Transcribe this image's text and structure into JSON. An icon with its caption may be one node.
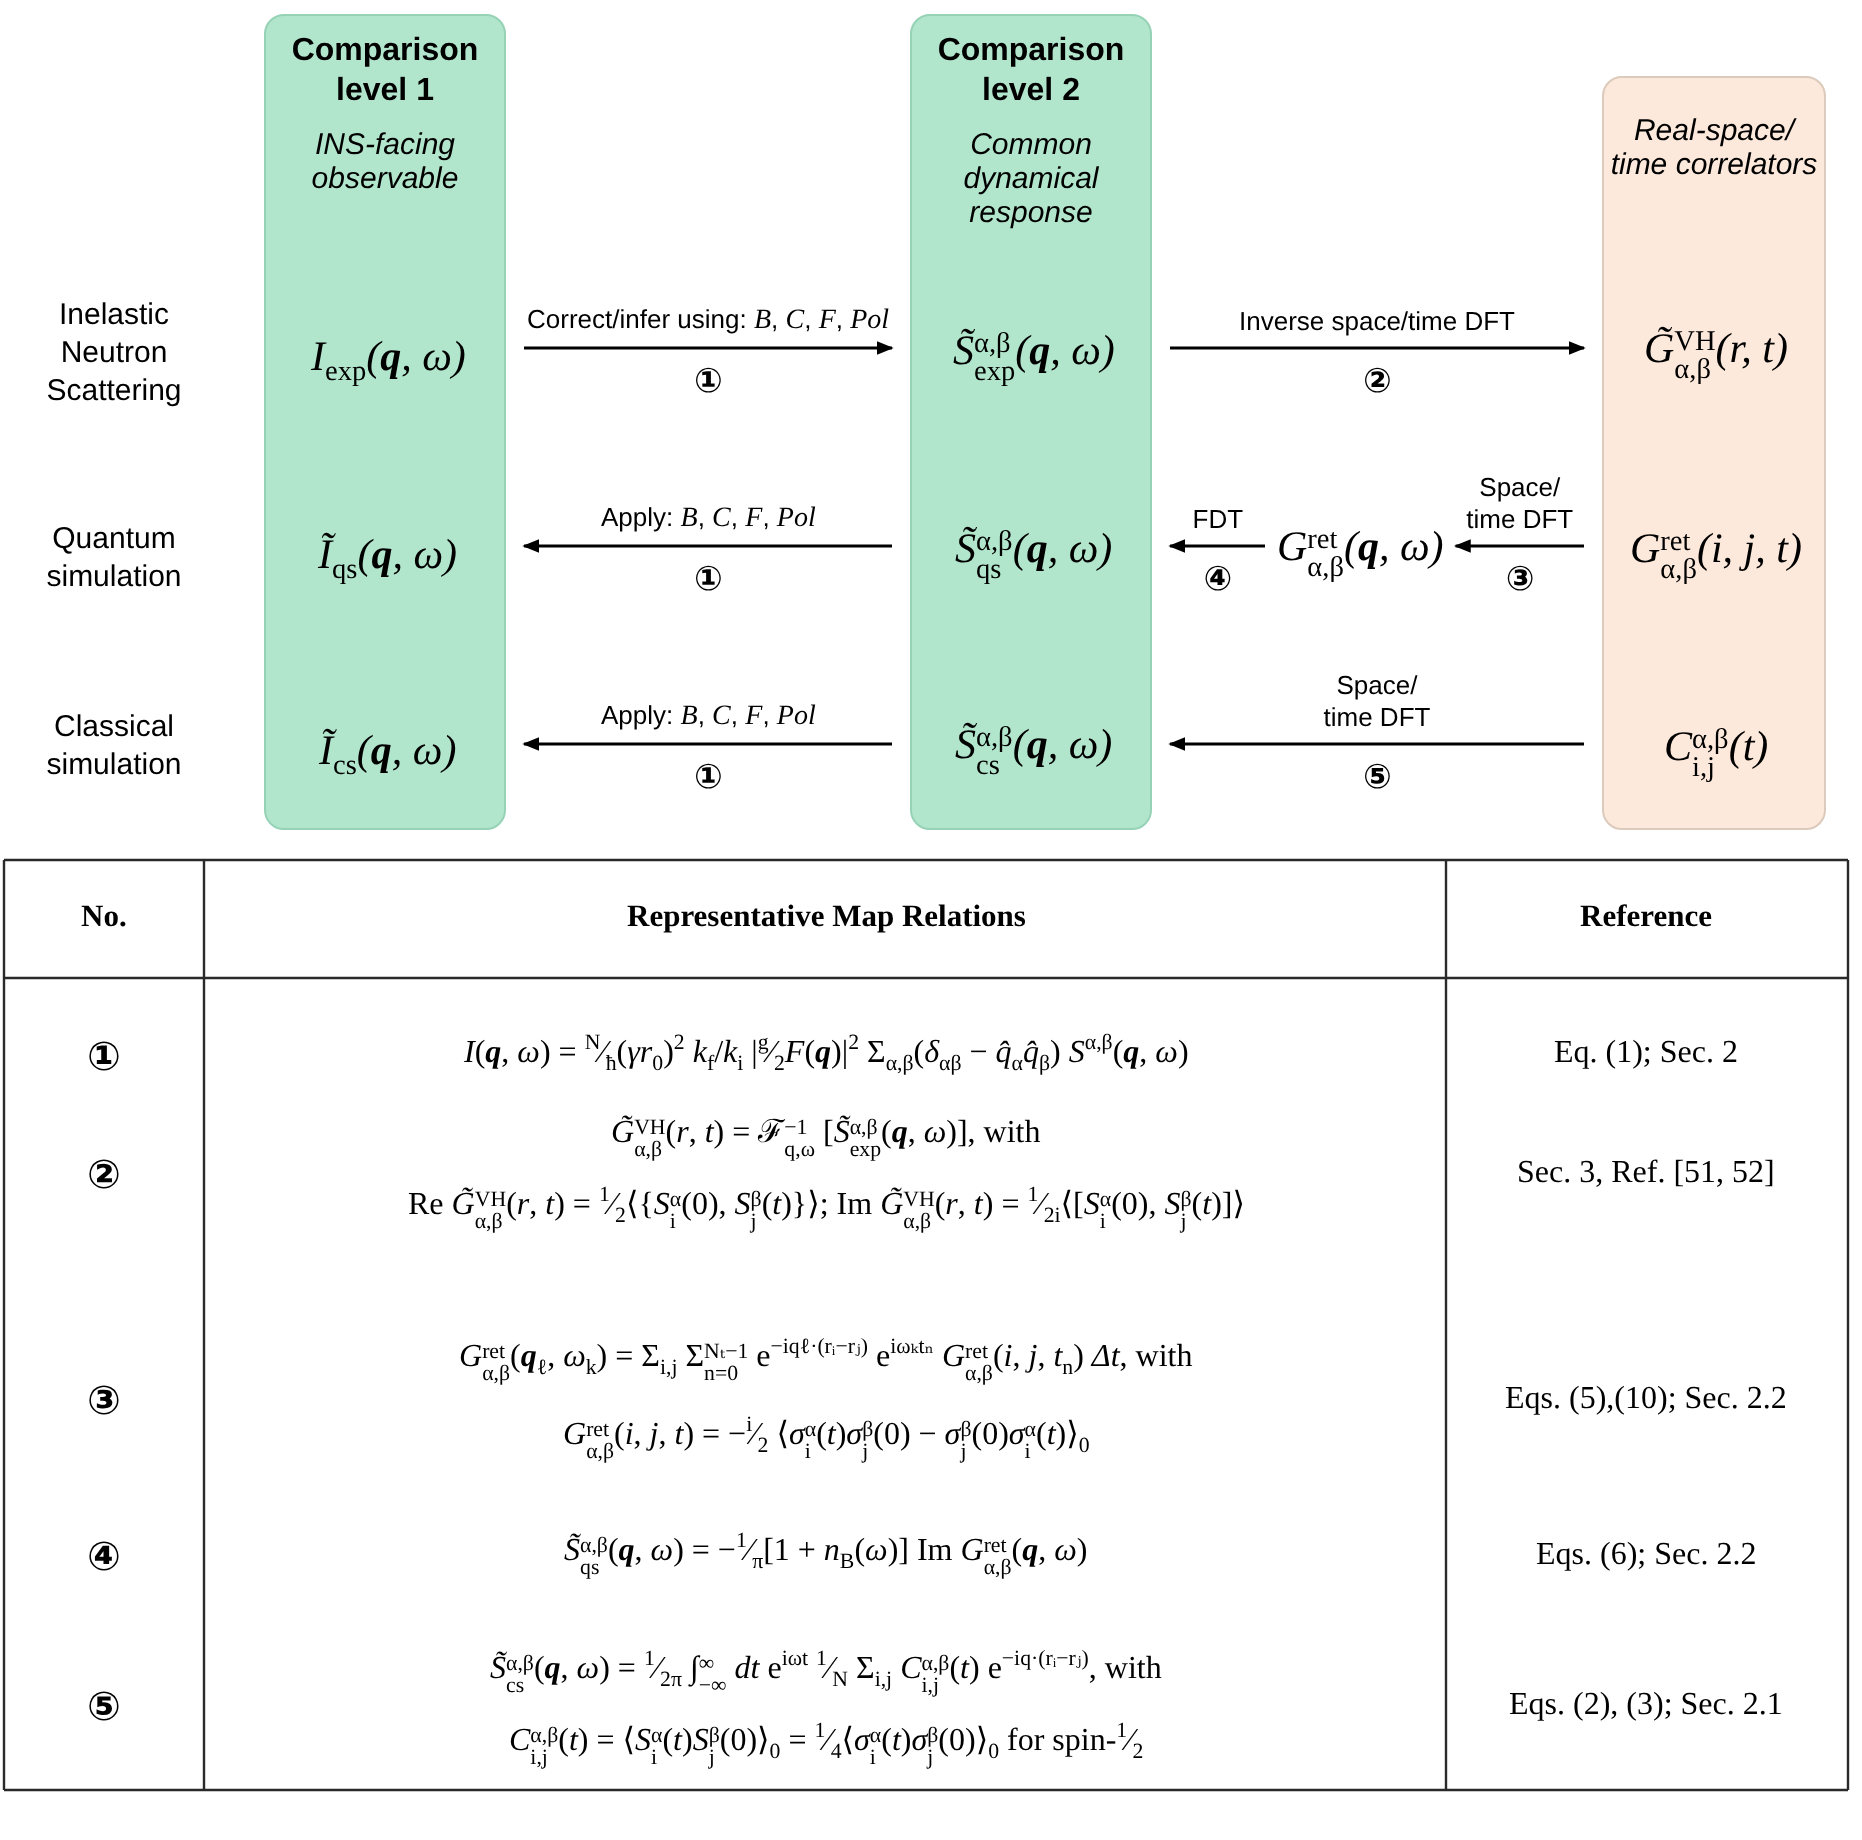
{
  "diagram": {
    "nodes": [
      {
        "text": [
          "Comparison level 1",
          "INS-facing observable"
        ]
      },
      {
        "text": [
          "Comparison level 2",
          "Common dynamical response"
        ]
      },
      {
        "text": [
          "Real-space/ time correlators"
        ]
      },
      {
        "text": [
          "I$_{exp}$(**q**, ω)"
        ],
        "in": 0
      },
      {
        "text": [
          "Ĩ$_{qs}$(**q**, ω)"
        ],
        "in": 0
      },
      {
        "text": [
          "Ĩ$_{cs}$(**q**, ω)"
        ],
        "in": 0
      },
      {
        "text": [
          "S̃$^{α,β}$$_{exp}$(**q**, ω)"
        ],
        "in": 1
      },
      {
        "text": [
          "S̃$^{α,β}$$_{qs}$(**q**, ω)"
        ],
        "in": 1
      },
      {
        "text": [
          "S̃$^{α,β}$$_{cs}$(**q**, ω)"
        ],
        "in": 1
      },
      {
        "text": [
          "G̃$^{VH}$$_{α,β}$(r, t)"
        ],
        "in": 2
      },
      {
        "text": [
          "G$^{ret}$$_{α,β}$(i, j, t)"
        ],
        "in": 2
      },
      {
        "text": [
          "C$^{α,β}$$_{i,j}$(t)"
        ],
        "in": 2
      },
      {
        "text": [
          "G$^{ret}$$_{α,β}$(**q**, ω)"
        ]
      }
    ],
    "edges": [
      {
        "from": 3,
        "to": 6,
        "arrow": "to",
        "label": "Correct/infer using: *B*, *C*, *F*, *Pol*"
      },
      {
        "from": 6,
        "to": 9,
        "arrow": "to",
        "label": "Inverse space/time DFT"
      },
      {
        "from": 7,
        "to": 4,
        "arrow": "to",
        "label": "Apply: *B*, *C*, *F*, *Pol*"
      },
      {
        "from": 12,
        "to": 7,
        "arrow": "to",
        "label": "FDT"
      },
      {
        "from": 10,
        "to": 12,
        "arrow": "to",
        "label": "Space/ time DFT"
      },
      {
        "from": 8,
        "to": 5,
        "arrow": "to",
        "label": "Apply: *B*, *C*, *F*, *Pol*"
      },
      {
        "from": 11,
        "to": 8,
        "arrow": "to",
        "label": "Space/ time DFT"
      }
    ],
    "labels": [
      "Inelastic Neutron Scattering",
      "①",
      "②",
      "Quantum simulation",
      "①",
      "④",
      "③",
      "Classical simulation",
      "①",
      "⑤",
      "No.",
      "Representative Map Relations",
      "Reference",
      "①",
      "*I*(**q**, *ω*) = $^{N}$⁄$_{ħ}$(*γr*$_{0}$)$^{2}$ *k*$_{f}$/*k*$_{i}$ |$^{g}$⁄$_{2}$*F*(**q**)|$^{2}$ Σ$_{α,β}$(*δ*$_{αβ}$ − *q̂*$_{α}$*q̂*$_{β}$) *S*$^{α,β}$(**q**, *ω*)",
      "Eq. (1); Sec. 2",
      "②",
      "*G̃*$^{VH}$$_{α,β}$(*r*, *t*) = ℱ$^{−1}$$_{q,ω}$ [*S̃*$^{α,β}$$_{exp}$(**q**, *ω*)], with",
      "Re *G̃*$^{VH}$$_{α,β}$(*r*, *t*) = $^{1}$⁄$_{2}$⟨{*S*$^{α}$$_{i}$(0), *S*$^{β}$$_{j}$(*t*)}⟩; Im *G̃*$^{VH}$$_{α,β}$(*r*, *t*) = $^{1}$⁄$_{2i}$⟨[*S*$^{α}$$_{i}$(0), *S*$^{β}$$_{j}$(*t*)]⟩",
      "Sec. 3, Ref. [51, 52]",
      "③",
      "*G*$^{ret}$$_{α,β}$(**q**$_{ℓ}$, *ω*$_{k}$) = Σ$_{i,j}$ Σ$^{Nₜ−1}$$_{n=0}$ e$^{−iqℓ·(rᵢ−rⱼ)}$ e$^{iωₖtₙ}$ *G*$^{ret}$$_{α,β}$(*i*, *j*, *t*$_{n}$) *Δt*, with",
      "*G*$^{ret}$$_{α,β}$(*i*, *j*, *t*) = −$^{i}$⁄$_{2}$ ⟨*σ*$^{α}$$_{i}$(*t*)*σ*$^{β}$$_{j}$(0) − *σ*$^{β}$$_{j}$(0)*σ*$^{α}$$_{i}$(*t*)⟩$_{0}$",
      "Eqs. (5),(10); Sec. 2.2",
      "④",
      "*S̃*$^{α,β}$$_{qs}$(**q**, *ω*) = −$^{1}$⁄$_{π}$[1 + *n*$_{B}$(*ω*)] Im *G*$^{ret}$$_{α,β}$(**q**, *ω*)",
      "Eqs. (6); Sec. 2.2",
      "⑤",
      "*S̃*$^{α,β}$$_{cs}$(**q**, *ω*) = $^{1}$⁄$_{2π}$ ∫$^{∞}$$_{−∞}$ *dt* e$^{iωt}$ $^{1}$⁄$_{N}$ Σ$_{i,j}$ *C*$^{α,β}$$_{i,j}$(*t*) e$^{−iq·(rᵢ−rⱼ)}$, with",
      "*C*$^{α,β}$$_{i,j}$(*t*) = ⟨*S*$^{α}$$_{i}$(*t*)*S*$^{β}$$_{j}$(0)⟩$_{0}$ = $^{1}$⁄$_{4}$⟨*σ*$^{α}$$_{i}$(*t*)*σ*$^{β}$$_{j}$(0)⟩$_{0}$ for spin-$^{1}$⁄$_{2}$",
      "Eqs. (2), (3); Sec. 2.1"
    ]
  }
}
